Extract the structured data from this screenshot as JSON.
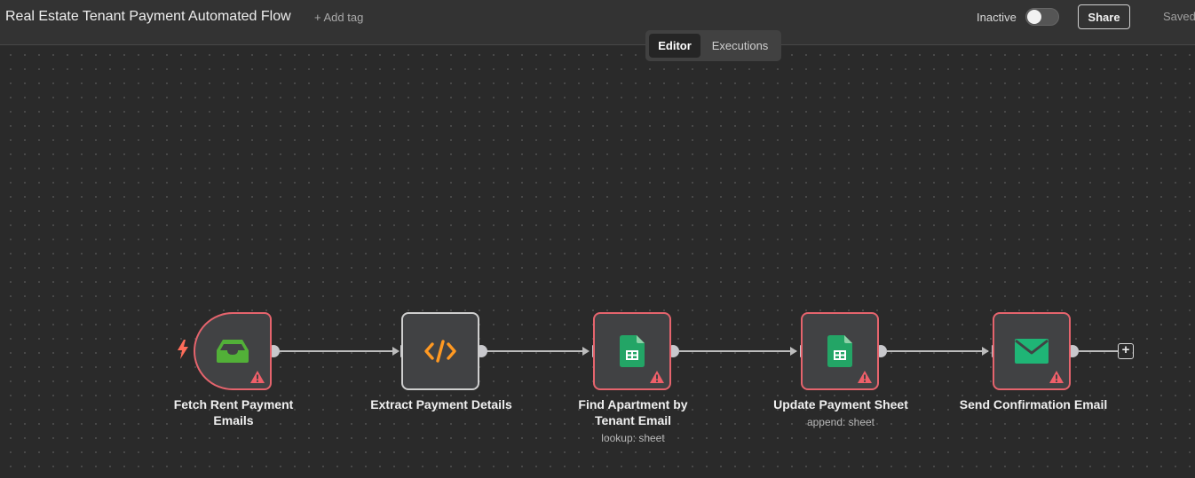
{
  "header": {
    "title": "Real Estate Tenant Payment Automated Flow",
    "add_tag": "+ Add tag",
    "status": "Inactive",
    "share": "Share",
    "saved": "Saved"
  },
  "tabs": [
    {
      "label": "Editor",
      "active": true
    },
    {
      "label": "Executions",
      "active": false
    }
  ],
  "nodes": [
    {
      "label": "Fetch Rent Payment Emails",
      "icon": "inbox-icon",
      "trigger": true,
      "warning": true
    },
    {
      "label": "Extract Payment Details",
      "icon": "code-icon",
      "warning": false
    },
    {
      "label": "Find Apartment by Tenant Email",
      "subtitle": "lookup: sheet",
      "icon": "google-sheets-icon",
      "warning": true
    },
    {
      "label": "Update Payment Sheet",
      "subtitle": "append: sheet",
      "icon": "google-sheets-icon",
      "warning": true
    },
    {
      "label": "Send Confirmation Email",
      "icon": "mail-icon",
      "warning": true
    }
  ],
  "colors": {
    "canvas": "#2a2a2a",
    "error_border": "#e5646d",
    "trigger_bolt": "#ff6d5a",
    "code_orange": "#ff9922",
    "sheets_green": "#23a566",
    "mail_green": "#1fb576",
    "inbox_green": "#52b038"
  }
}
